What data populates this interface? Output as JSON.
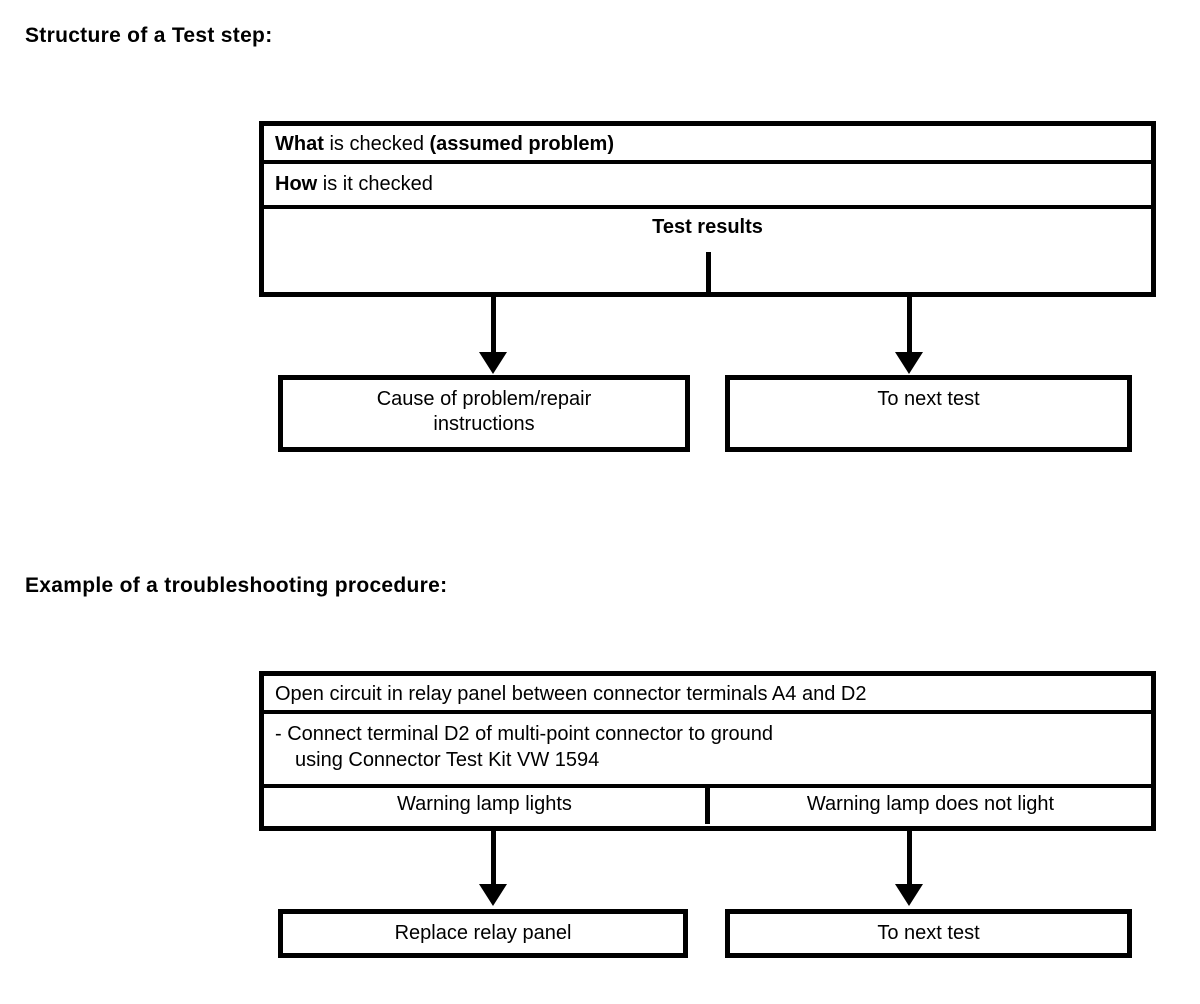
{
  "palette": {
    "ink": "#000000",
    "paper": "#ffffff"
  },
  "structure_section": {
    "heading": "Structure of a Test step:",
    "main_box": {
      "what_row": {
        "lead": "What",
        "mid": " is checked ",
        "tail": "(assumed problem)"
      },
      "how_row": {
        "lead": "How",
        "mid": " is it checked"
      },
      "results_row": {
        "label": "Test results"
      }
    },
    "outcomes": {
      "left": {
        "line1": "Cause of problem/repair",
        "line2": "instructions"
      },
      "right": {
        "label": "To next test"
      }
    }
  },
  "example_section": {
    "heading": "Example of a troubleshooting procedure:",
    "main_box": {
      "problem_row": "Open circuit in relay panel between connector terminals A4 and D2",
      "step_row": {
        "line1": "- Connect terminal D2 of multi-point connector to ground",
        "line2": "using Connector Test Kit VW 1594"
      },
      "results_row": {
        "left": "Warning lamp lights",
        "right": "Warning lamp does not light"
      }
    },
    "outcomes": {
      "left": "Replace relay panel",
      "right": "To next test"
    }
  }
}
